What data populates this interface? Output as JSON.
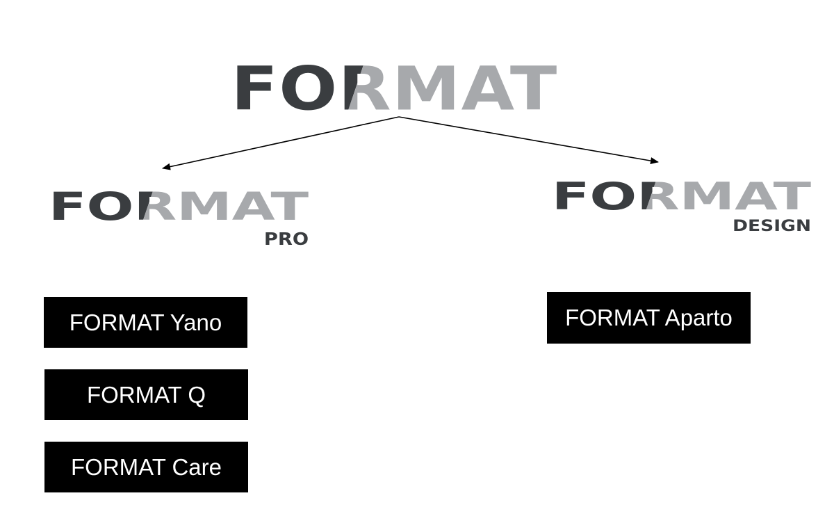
{
  "logos": {
    "main": {
      "word": "FORMAT",
      "sub": ""
    },
    "pro": {
      "word": "FORMAT",
      "sub": "PRO"
    },
    "design": {
      "word": "FORMAT",
      "sub": "DESIGN"
    }
  },
  "colors": {
    "logo_dark": "#3a3d40",
    "logo_light": "#a7a9ac",
    "box_bg": "#000000",
    "box_text": "#ffffff",
    "arrow": "#000000"
  },
  "pro_products": [
    {
      "label": "FORMAT Yano"
    },
    {
      "label": "FORMAT Q"
    },
    {
      "label": "FORMAT Care"
    }
  ],
  "design_products": [
    {
      "label": "FORMAT Aparto"
    }
  ]
}
